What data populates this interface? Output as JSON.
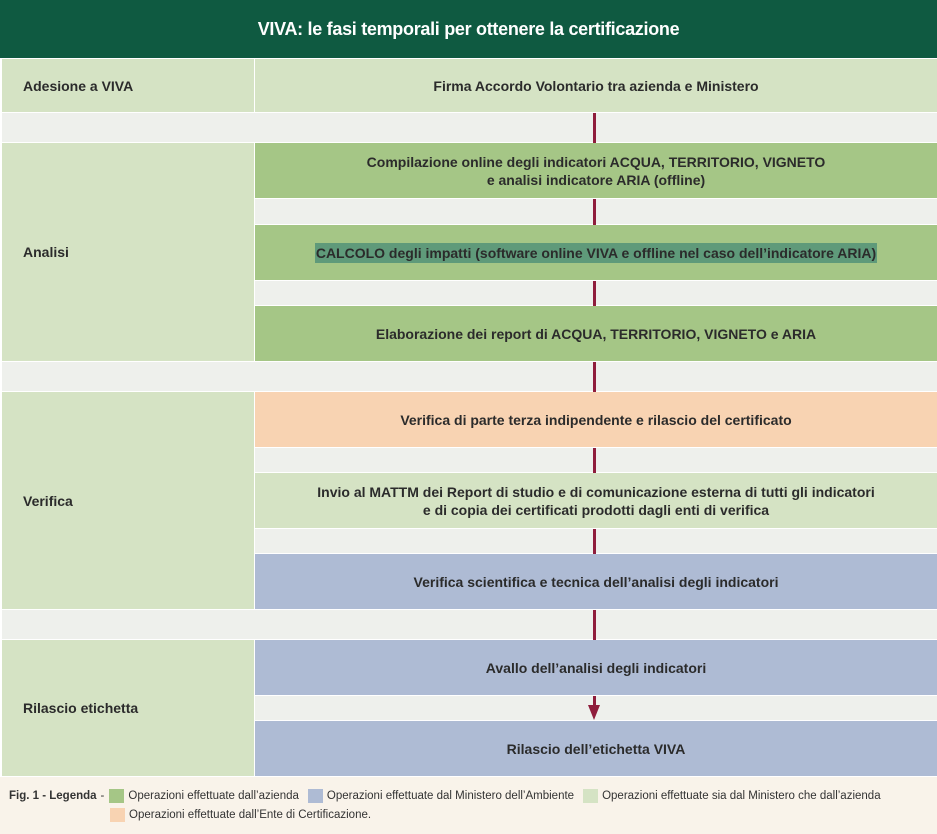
{
  "title": "VIVA: le fasi temporali per ottenere la certificazione",
  "phases": [
    {
      "label": "Adesione a VIVA"
    },
    {
      "label": "Analisi"
    },
    {
      "label": "Verifica"
    },
    {
      "label": "Rilascio etichetta"
    }
  ],
  "steps": [
    {
      "lines": [
        "Firma Accordo Volontario tra azienda e Ministero"
      ],
      "category": "both"
    },
    {
      "lines": [
        "Compilazione online degli indicatori ACQUA, TERRITORIO, VIGNETO",
        "e analisi indicatore ARIA (offline)"
      ],
      "category": "company"
    },
    {
      "lines": [
        "CALCOLO degli impatti (software online VIVA e offline nel caso dell’indicatore ARIA)"
      ],
      "category": "company"
    },
    {
      "lines": [
        "Elaborazione dei report di ACQUA, TERRITORIO, VIGNETO e ARIA"
      ],
      "category": "company"
    },
    {
      "lines": [
        "Verifica di parte terza indipendente e rilascio del certificato"
      ],
      "category": "certification-body"
    },
    {
      "lines": [
        "Invio al MATTM dei Report di studio e di comunicazione esterna di tutti gli indicatori",
        "e di copia dei certificati prodotti dagli enti di verifica"
      ],
      "category": "both"
    },
    {
      "lines": [
        "Verifica scientifica e tecnica dell’analisi degli indicatori"
      ],
      "category": "ministry"
    },
    {
      "lines": [
        "Avallo dell’analisi degli indicatori"
      ],
      "category": "ministry"
    },
    {
      "lines": [
        "Rilascio dell’etichetta VIVA"
      ],
      "category": "ministry"
    }
  ],
  "legend": {
    "label": "Fig. 1 - Legenda",
    "separator": "-",
    "items": [
      {
        "text": "Operazioni effettuate dall’azienda",
        "color": "#a5c686"
      },
      {
        "text": "Operazioni effettuate dal Ministero dell’Ambiente",
        "color": "#aebbd4"
      },
      {
        "text": "Operazioni effettuate sia dal Ministero che dall’azienda",
        "color": "#d5e3c4"
      },
      {
        "text": "Operazioni effettuate dall’Ente di Certificazione.",
        "color": "#f8d3b2"
      }
    ]
  },
  "colors": {
    "header": "#0f5a41",
    "connector": "#8f1d3c",
    "company": "#a5c686",
    "ministry": "#aebbd4",
    "both": "#d5e3c4",
    "certification-body": "#f8d3b2"
  }
}
